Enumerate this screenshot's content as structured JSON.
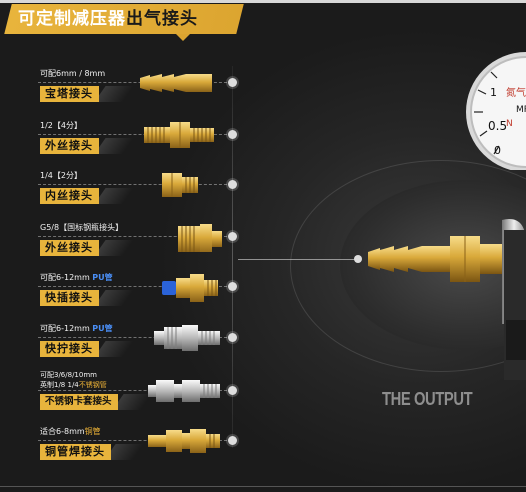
{
  "header": {
    "title_light": "可定制减压器",
    "title_dark": "出气接头"
  },
  "connectors": [
    {
      "caption": "可配6mm / 8mm",
      "label": "宝塔接头"
    },
    {
      "caption": "1/2【4分】",
      "label": "外丝接头"
    },
    {
      "caption": "1/4【2分】",
      "label": "内丝接头"
    },
    {
      "caption": "G5/8【国标钢瓶接头】",
      "label": "外丝接头"
    },
    {
      "caption_prefix": "可配6-12mm ",
      "caption_highlight": "PU管",
      "label": "快插接头"
    },
    {
      "caption_prefix": "可配6-12mm ",
      "caption_highlight": "PU管",
      "label": "快拧接头"
    },
    {
      "caption_line1": "可配3/6/8/10mm",
      "caption_line2_prefix": "英制1/8  1/4",
      "caption_line2_highlight": "不锈钢管",
      "label": "不锈钢卡套接头"
    },
    {
      "caption_prefix": "适合6-8mm",
      "caption_highlight": "铜管",
      "label": "铜管焊接头"
    }
  ],
  "product": {
    "output_text": "THE OUTPUT",
    "gauge_scale": [
      "0.5",
      "1",
      "0"
    ],
    "gauge_labels": [
      "氮气",
      "MP",
      "N"
    ]
  },
  "colors": {
    "accent_gold": "#e8b43c",
    "pu_blue": "#4a8ef5",
    "highlight_gold": "#f0b537",
    "background": "#1c1c1c"
  }
}
